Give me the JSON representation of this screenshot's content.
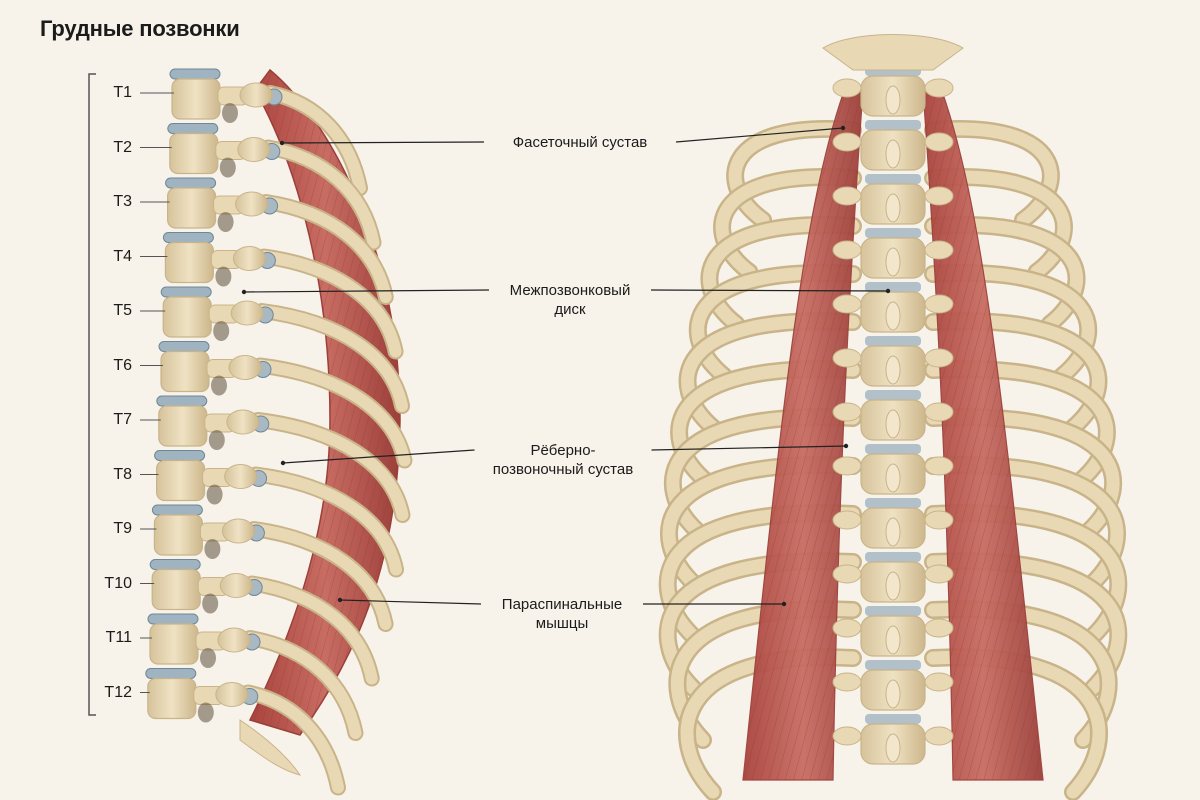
{
  "title": "Грудные позвонки",
  "vertebrae": [
    "T1",
    "T2",
    "T3",
    "T4",
    "T5",
    "T6",
    "T7",
    "T8",
    "T9",
    "T10",
    "T11",
    "T12"
  ],
  "callouts": [
    {
      "text": "Фасеточный сустав"
    },
    {
      "text": "Межпозвонковый\nдиск"
    },
    {
      "text": "Рёберно-\nпозвоночный сустав"
    },
    {
      "text": "Параспинальные\nмышцы"
    }
  ],
  "colors": {
    "background": "#f7f3ea",
    "bone": "#e8d8b4",
    "bone_shadow": "#c9b48a",
    "disc": "#9fb3c0",
    "muscle": "#c0615a",
    "muscle_dark": "#9c3f3a",
    "line": "#222222"
  }
}
